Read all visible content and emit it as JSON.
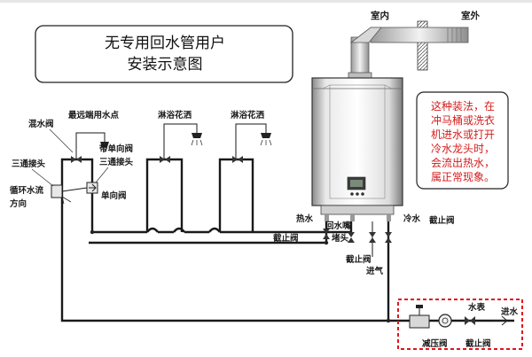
{
  "title": {
    "line1": "无专用回水管用户",
    "line2": "安装示意图"
  },
  "outdoor": {
    "indoor": "室内",
    "outdoor": "室外"
  },
  "note": {
    "lines": [
      "这种装法，在",
      "冲马桶或洗衣",
      "机进水或打开",
      "冷水龙头时，",
      "会流出热水，",
      "属正常现象。"
    ]
  },
  "labels": {
    "mixing_valve": "混水阀",
    "farthest_point": "最远端用水点",
    "shower1": "淋浴花洒",
    "shower2": "淋浴花洒",
    "check_valve_with": "带单向阀",
    "tee_left": "三通接头",
    "tee_right": "三通接头",
    "circulation_flow": "循环水流",
    "direction": "方向",
    "one_way_valve": "单向阀",
    "hot_water": "热水",
    "return_nozzle": "回水嘴",
    "plug": "堵头",
    "cold_water": "冷水",
    "stop_valve_left": "截止阀",
    "stop_valve_right": "截止阀",
    "stop_valve_bottom": "截止阀",
    "gas_inlet": "进气",
    "water_meter": "水表",
    "water_inlet": "进水",
    "pressure_reducing_valve": "减压阀",
    "stop_valve_meter": "截止阀"
  },
  "colors": {
    "note_text": "#d41c1c",
    "dashed_box": "#e0141c",
    "heater": "#c8c8c8"
  }
}
